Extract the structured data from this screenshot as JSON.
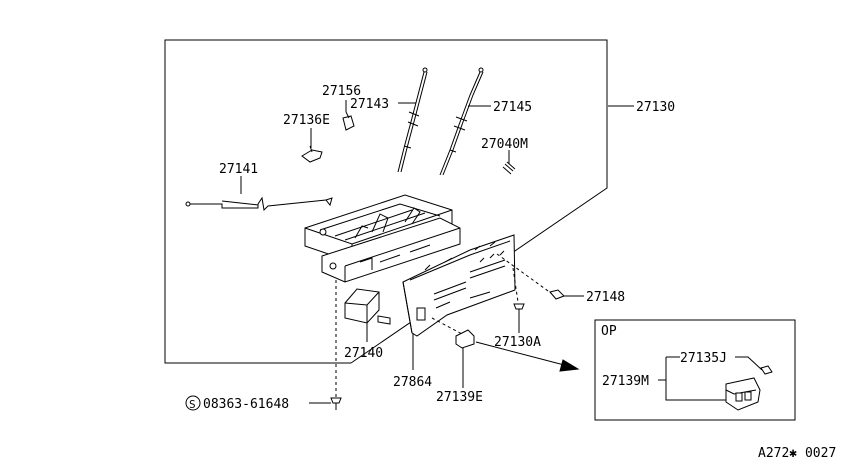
{
  "labels": {
    "p27156": "27156",
    "p27143": "27143",
    "p27145": "27145",
    "p27130": "27130",
    "p27136E": "27136E",
    "p27040M": "27040M",
    "p27141": "27141",
    "p27148": "27148",
    "p27140": "27140",
    "p27130A": "27130A",
    "p27864": "27864",
    "p27139E": "27139E",
    "p08363": "08363-61648",
    "op_title": "OP",
    "p27135J": "27135J",
    "p27139M": "27139M",
    "footer_code": "A272✱ 0027"
  },
  "symbols": {
    "s_mark": "S"
  }
}
